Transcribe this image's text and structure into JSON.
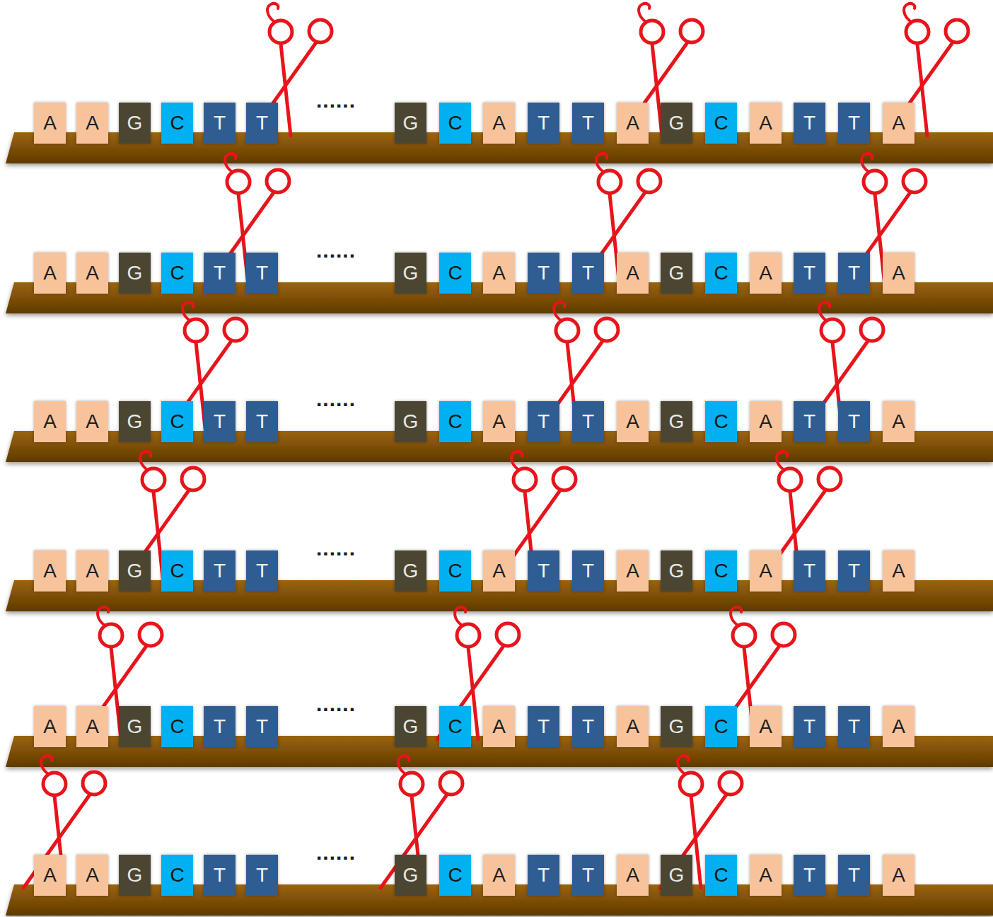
{
  "diagram": {
    "nodes": [
      {
        "text": [
          "A"
        ]
      },
      {
        "text": [
          "A"
        ]
      },
      {
        "text": [
          "G"
        ]
      },
      {
        "text": [
          "C"
        ]
      },
      {
        "text": [
          "T"
        ]
      },
      {
        "text": [
          "T"
        ]
      },
      {
        "text": [
          "G"
        ]
      },
      {
        "text": [
          "C"
        ]
      },
      {
        "text": [
          "A"
        ]
      },
      {
        "text": [
          "T"
        ]
      },
      {
        "text": [
          "T"
        ]
      },
      {
        "text": [
          "A"
        ]
      },
      {
        "text": [
          "G"
        ]
      },
      {
        "text": [
          "C"
        ]
      },
      {
        "text": [
          "A"
        ]
      },
      {
        "text": [
          "T"
        ]
      },
      {
        "text": [
          "T"
        ]
      },
      {
        "text": [
          "A"
        ]
      },
      {
        "text": [
          "A"
        ]
      },
      {
        "text": [
          "A"
        ]
      },
      {
        "text": [
          "G"
        ]
      },
      {
        "text": [
          "C"
        ]
      },
      {
        "text": [
          "T"
        ]
      },
      {
        "text": [
          "T"
        ]
      },
      {
        "text": [
          "G"
        ]
      },
      {
        "text": [
          "C"
        ]
      },
      {
        "text": [
          "A"
        ]
      },
      {
        "text": [
          "T"
        ]
      },
      {
        "text": [
          "T"
        ]
      },
      {
        "text": [
          "A"
        ]
      },
      {
        "text": [
          "G"
        ]
      },
      {
        "text": [
          "C"
        ]
      },
      {
        "text": [
          "A"
        ]
      },
      {
        "text": [
          "T"
        ]
      },
      {
        "text": [
          "T"
        ]
      },
      {
        "text": [
          "A"
        ]
      },
      {
        "text": [
          "A"
        ]
      },
      {
        "text": [
          "A"
        ]
      },
      {
        "text": [
          "G"
        ]
      },
      {
        "text": [
          "C"
        ]
      },
      {
        "text": [
          "T"
        ]
      },
      {
        "text": [
          "T"
        ]
      },
      {
        "text": [
          "G"
        ]
      },
      {
        "text": [
          "C"
        ]
      },
      {
        "text": [
          "A"
        ]
      },
      {
        "text": [
          "T"
        ]
      },
      {
        "text": [
          "T"
        ]
      },
      {
        "text": [
          "A"
        ]
      },
      {
        "text": [
          "G"
        ]
      },
      {
        "text": [
          "C"
        ]
      },
      {
        "text": [
          "A"
        ]
      },
      {
        "text": [
          "T"
        ]
      },
      {
        "text": [
          "T"
        ]
      },
      {
        "text": [
          "A"
        ]
      },
      {
        "text": [
          "A"
        ]
      },
      {
        "text": [
          "A"
        ]
      },
      {
        "text": [
          "G"
        ]
      },
      {
        "text": [
          "C"
        ]
      },
      {
        "text": [
          "T"
        ]
      },
      {
        "text": [
          "T"
        ]
      },
      {
        "text": [
          "G"
        ]
      },
      {
        "text": [
          "C"
        ]
      },
      {
        "text": [
          "A"
        ]
      },
      {
        "text": [
          "T"
        ]
      },
      {
        "text": [
          "T"
        ]
      },
      {
        "text": [
          "A"
        ]
      },
      {
        "text": [
          "G"
        ]
      },
      {
        "text": [
          "C"
        ]
      },
      {
        "text": [
          "A"
        ]
      },
      {
        "text": [
          "T"
        ]
      },
      {
        "text": [
          "T"
        ]
      },
      {
        "text": [
          "A"
        ]
      },
      {
        "text": [
          "A"
        ]
      },
      {
        "text": [
          "A"
        ]
      },
      {
        "text": [
          "G"
        ]
      },
      {
        "text": [
          "C"
        ]
      },
      {
        "text": [
          "T"
        ]
      },
      {
        "text": [
          "T"
        ]
      },
      {
        "text": [
          "G"
        ]
      },
      {
        "text": [
          "C"
        ]
      },
      {
        "text": [
          "A"
        ]
      },
      {
        "text": [
          "T"
        ]
      },
      {
        "text": [
          "T"
        ]
      },
      {
        "text": [
          "A"
        ]
      },
      {
        "text": [
          "G"
        ]
      },
      {
        "text": [
          "C"
        ]
      },
      {
        "text": [
          "A"
        ]
      },
      {
        "text": [
          "T"
        ]
      },
      {
        "text": [
          "T"
        ]
      },
      {
        "text": [
          "A"
        ]
      },
      {
        "text": [
          "A"
        ]
      },
      {
        "text": [
          "A"
        ]
      },
      {
        "text": [
          "G"
        ]
      },
      {
        "text": [
          "C"
        ]
      },
      {
        "text": [
          "T"
        ]
      },
      {
        "text": [
          "T"
        ]
      },
      {
        "text": [
          "G"
        ]
      },
      {
        "text": [
          "C"
        ]
      },
      {
        "text": [
          "A"
        ]
      },
      {
        "text": [
          "T"
        ]
      },
      {
        "text": [
          "T"
        ]
      },
      {
        "text": [
          "A"
        ]
      },
      {
        "text": [
          "G"
        ]
      },
      {
        "text": [
          "C"
        ]
      },
      {
        "text": [
          "A"
        ]
      },
      {
        "text": [
          "T"
        ]
      },
      {
        "text": [
          "T"
        ]
      },
      {
        "text": [
          "A"
        ]
      }
    ],
    "labels": [
      "......",
      "......",
      "......",
      "......",
      "......",
      "......"
    ]
  }
}
